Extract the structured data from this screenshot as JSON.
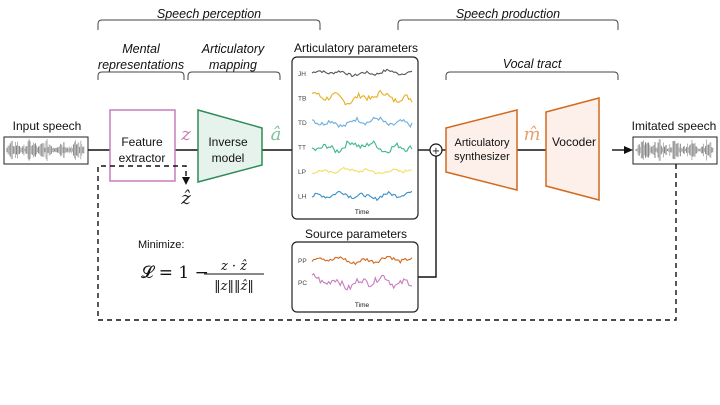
{
  "brackets": {
    "speech_perception": "Speech perception",
    "speech_production": "Speech production",
    "mental_representations_line1": "Mental",
    "mental_representations_line2": "representations",
    "articulatory_mapping_line1": "Articulatory",
    "articulatory_mapping_line2": "mapping",
    "vocal_tract": "Vocal tract"
  },
  "io": {
    "input_speech": "Input speech",
    "imitated_speech": "Imitated speech"
  },
  "blocks": {
    "feature_extractor_line1": "Feature",
    "feature_extractor_line2": "extractor",
    "inverse_model_line1": "Inverse",
    "inverse_model_line2": "model",
    "articulatory_synthesizer_line1": "Articulatory",
    "articulatory_synthesizer_line2": "synthesizer",
    "vocoder": "Vocoder"
  },
  "symbols": {
    "z": "z",
    "z_hat": "ẑ",
    "a_hat": "â",
    "m_hat": "m̂",
    "plus": "+"
  },
  "panels": {
    "articulatory_title": "Articulatory parameters",
    "articulatory_channels": [
      "JH",
      "TB",
      "TD",
      "TT",
      "LP",
      "LH"
    ],
    "source_title": "Source parameters",
    "source_channels": [
      "PP",
      "PC"
    ],
    "time_label": "Time"
  },
  "loss": {
    "minimize": "Minimize:",
    "lhs": "𝓛 = 1 −",
    "numerator": "z · ẑ",
    "denominator": "‖z‖‖ẑ‖"
  },
  "colors": {
    "feature_extractor": "#c77dbd",
    "inverse_model": "#2e8b57",
    "inverse_fill": "#e6f3ec",
    "production": "#d2691e",
    "production_fill": "#fdf0ea",
    "z_symbol": "#c77dbd",
    "a_symbol": "#7fbf9a",
    "m_symbol": "#e8a070",
    "JH": "#555555",
    "TB": "#e8b020",
    "TD": "#6aaee0",
    "TT": "#3cb88a",
    "LP": "#f0e060",
    "LH": "#3a8fc8",
    "PP": "#d2691e",
    "PC": "#c77dbd"
  }
}
